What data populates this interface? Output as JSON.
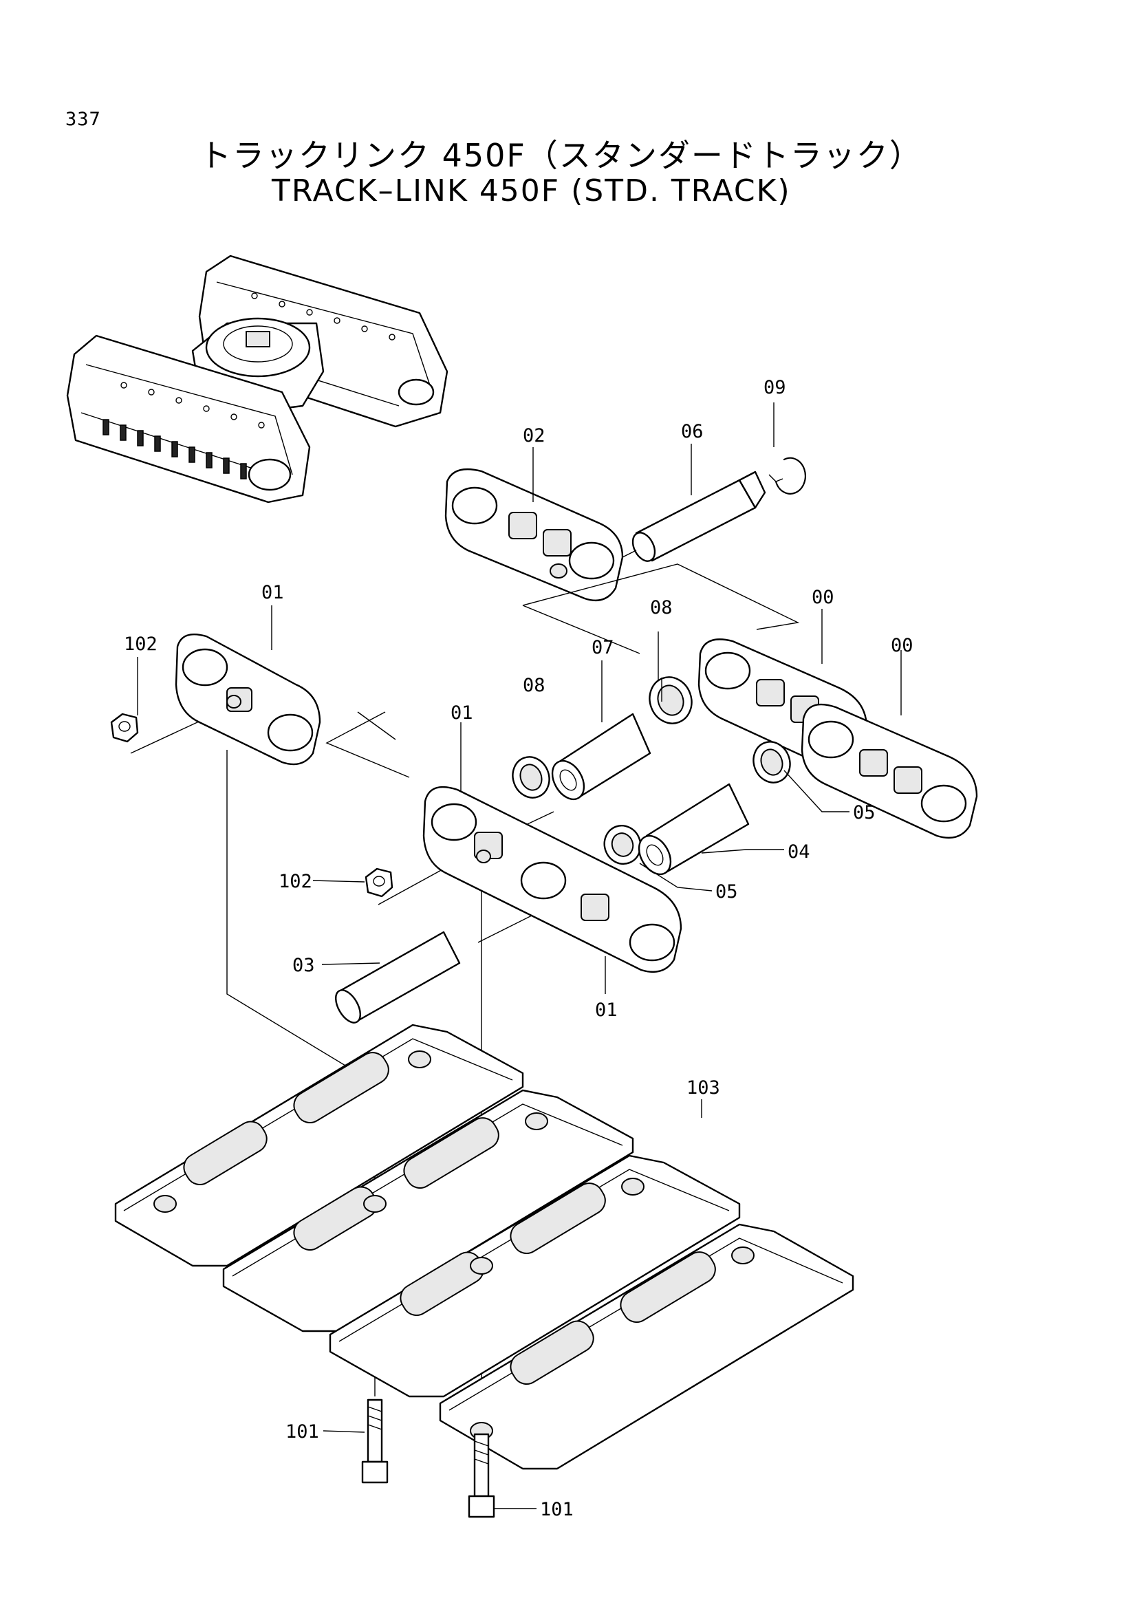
{
  "page": {
    "number": "337"
  },
  "title": {
    "japanese": "トラックリンク 450F（スタンダードトラック）",
    "english": "TRACK–LINK 450F (STD. TRACK)"
  },
  "callouts": [
    {
      "id": "c09",
      "label": "09"
    },
    {
      "id": "c02",
      "label": "02"
    },
    {
      "id": "c06",
      "label": "06"
    },
    {
      "id": "c01a",
      "label": "01"
    },
    {
      "id": "c00a",
      "label": "00"
    },
    {
      "id": "c00b",
      "label": "00"
    },
    {
      "id": "c102a",
      "label": "102"
    },
    {
      "id": "c08a",
      "label": "08"
    },
    {
      "id": "c07",
      "label": "07"
    },
    {
      "id": "c08b",
      "label": "08"
    },
    {
      "id": "c01b",
      "label": "01"
    },
    {
      "id": "c05a",
      "label": "05"
    },
    {
      "id": "c04",
      "label": "04"
    },
    {
      "id": "c102b",
      "label": "102"
    },
    {
      "id": "c05b",
      "label": "05"
    },
    {
      "id": "c03",
      "label": "03"
    },
    {
      "id": "c01c",
      "label": "01"
    },
    {
      "id": "c103",
      "label": "103"
    },
    {
      "id": "c101a",
      "label": "101"
    },
    {
      "id": "c101b",
      "label": "101"
    }
  ]
}
